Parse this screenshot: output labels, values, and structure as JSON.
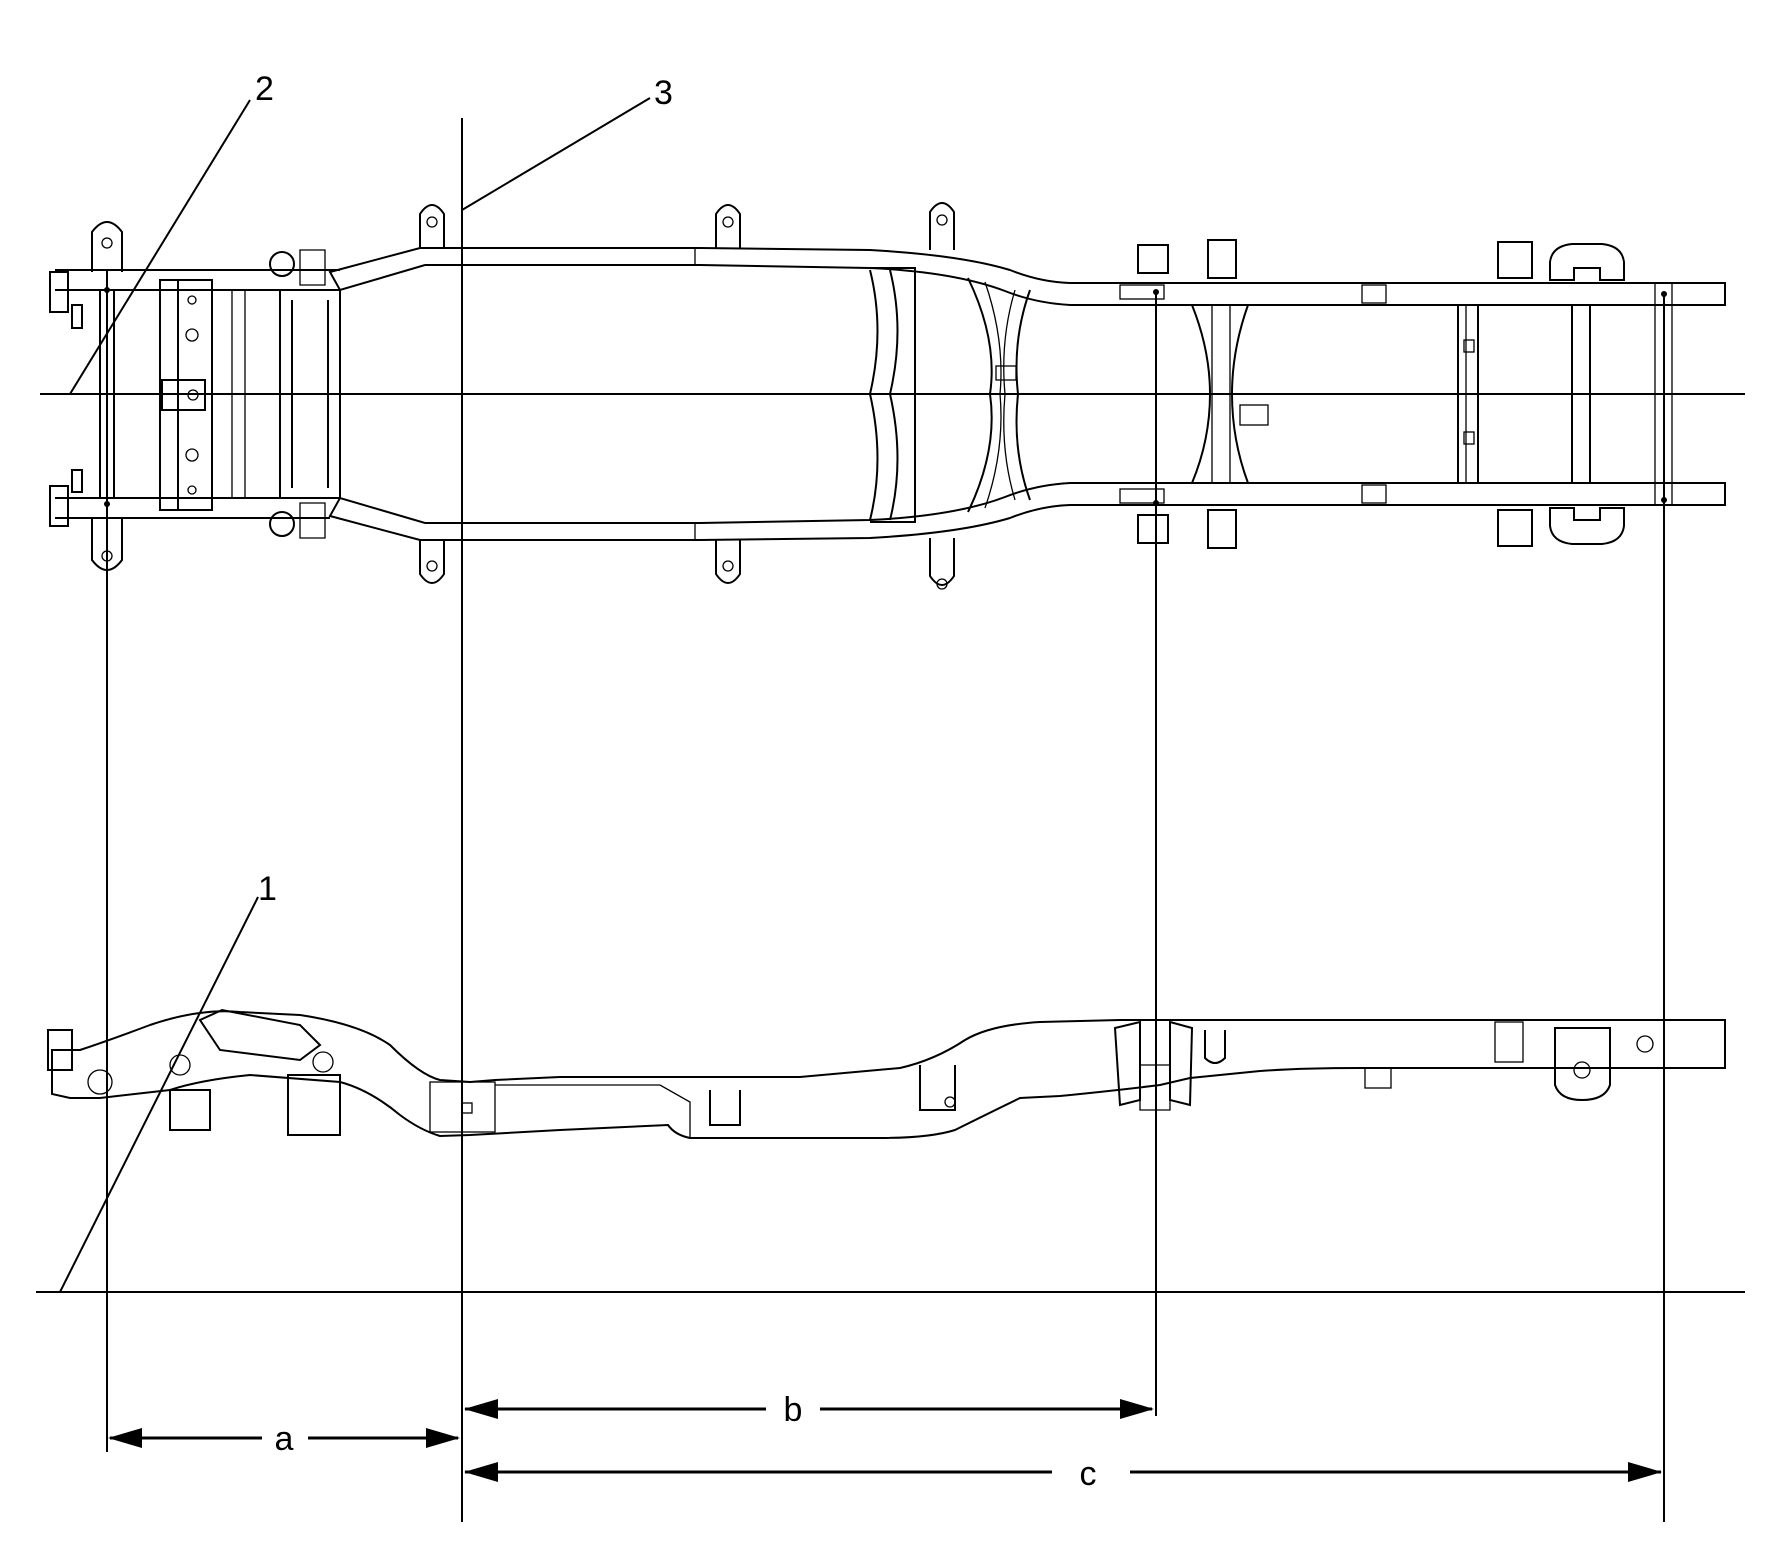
{
  "callouts": {
    "c1": "1",
    "c2": "2",
    "c3": "3"
  },
  "dimensions": {
    "a": "a",
    "b": "b",
    "c": "c"
  },
  "colors": {
    "line": "#000000",
    "background": "#ffffff"
  }
}
